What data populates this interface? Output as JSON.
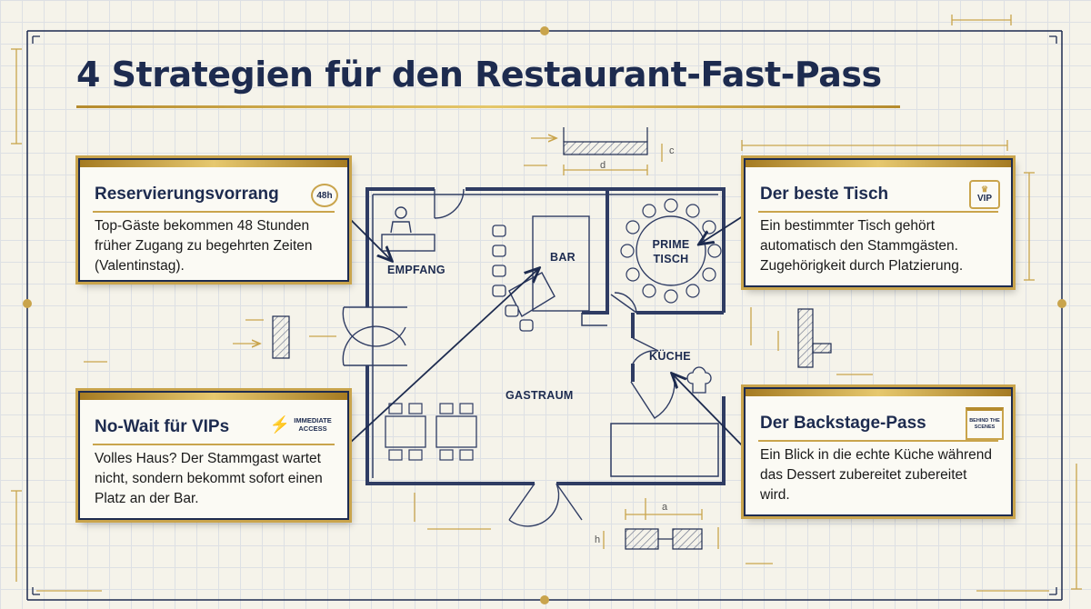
{
  "title": "4 Strategien für den Restaurant-Fast-Pass",
  "colors": {
    "navy": "#1d2b4f",
    "gold": "#c9a44c",
    "paper": "#f5f3ea"
  },
  "cards": {
    "reservierung": {
      "title": "Reservierungsvorrang",
      "badge": "48h",
      "text": "Top-Gäste bekommen 48 Stunden früher Zugang zu begehrten Zeiten (Valentinstag)."
    },
    "tisch": {
      "title": "Der beste Tisch",
      "badge": "VIP",
      "text": "Ein bestimmter Tisch gehört automatisch den Stammgästen. Zugehörigkeit durch Platzierung."
    },
    "nowait": {
      "title": "No-Wait für VIPs",
      "badge": "IMMEDIATE ACCESS",
      "text": "Volles Haus? Der Stammgast wartet nicht, sondern bekommt sofort einen Platz an der Bar."
    },
    "backstage": {
      "title": "Der Backstage-Pass",
      "badge": "BEHIND THE SCENES",
      "text": "Ein Blick in die echte Küche während das Dessert zubereitet zubereitet wird."
    }
  },
  "rooms": {
    "empfang": "EMPFANG",
    "bar": "BAR",
    "prime": "PRIME TISCH",
    "kueche": "KÜCHE",
    "gastraum": "GASTRAUM"
  },
  "dimensions": {
    "c": "c",
    "d": "d",
    "a": "a",
    "h": "h"
  }
}
